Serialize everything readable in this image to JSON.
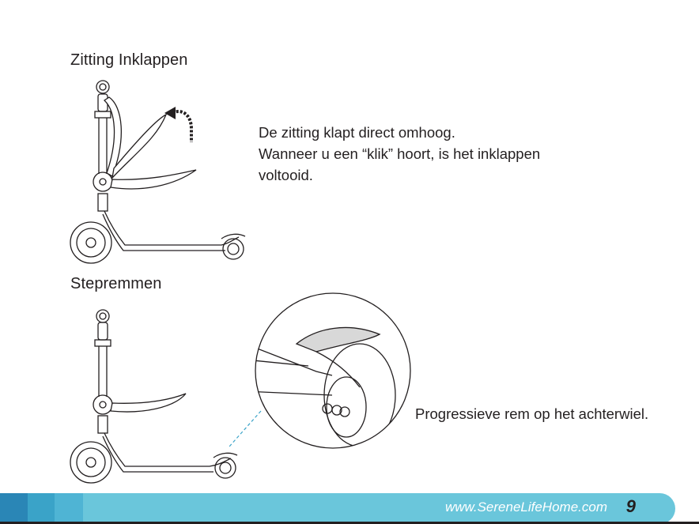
{
  "sections": {
    "fold_title": "Zitting Inklappen",
    "fold_lines": [
      "De zitting klapt direct omhoog.",
      "Wanneer u een “klik” hoort, is het inklappen",
      "voltooid."
    ],
    "brake_title": "Stepremmen",
    "brake_caption": "Progressieve rem op het achterwiel."
  },
  "footer": {
    "website": "www.SereneLifeHome.com",
    "page_number": "9"
  },
  "colors": {
    "footer_accent": "#6ac6db",
    "footer_dark": "#2a86b6",
    "dashed_leader": "#3aa3c8"
  },
  "icons": [
    "scooter-illustration",
    "fold-arrow-icon",
    "brake-zoom-illustration"
  ]
}
